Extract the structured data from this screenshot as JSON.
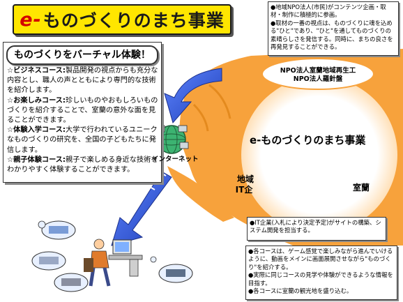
{
  "title": {
    "prefix": "e-",
    "main": "ものづくりのまち事業"
  },
  "left_panel": {
    "heading": "ものづくりをバーチャル体験！",
    "courses": [
      {
        "label": "☆ビジネスコース:",
        "text": "製品開発の視点からも充分な内容とし、職人の声とともにより専門的な技術を紹介します。"
      },
      {
        "label": "☆お楽しみコース:",
        "text": "珍しいものやおもしろいものづくりを紹介することで、室蘭の意外な面を見ることができます。"
      },
      {
        "label": "☆体験入学コース:",
        "text": "大学で行われているユニークなものづくりの研究を、全国の子どもたちに発信します。"
      },
      {
        "label": "☆親子体験コース:",
        "text": "親子で楽しめる身近な技術をわかりやすく体験することができます。"
      }
    ]
  },
  "notes_top": [
    "●地域NPO法人(市民)がコンテンツ企画・取材・制作に積極的に参画。",
    "●取材の一番の視点は、ものづくりに魂を込める\"ひと\"であり、\"ひと\"を通してものづくりの素晴らしさを発信する。同時に、まちの良さを再発見することができる。"
  ],
  "npo_labels": [
    "NPO法人室蘭地域再生工",
    "NPO法人羅針盤"
  ],
  "center_title": "e-ものづくりのまち事業",
  "region_labels": {
    "chiiki": "地域",
    "it": "IT企",
    "muroran": "室蘭"
  },
  "internet_label": "インターネット",
  "note_it": "●IT企業(入札により決定予定)がサイトの構築、システム開発を担当する。",
  "notes_bottom": [
    "●各コースは、ゲーム感覚で楽しみながら進んでいけるように、動画をメインに画面展開させながら\"ものづくり\"を紹介する。",
    "●実際に同じコースの見学や体験ができるような情報を目指す。",
    "●各コースに室蘭の観光地を盛り込む。"
  ],
  "colors": {
    "title_bg": "#ffe600",
    "title_accent": "#d40000",
    "land": "#f7a23c",
    "arrow": "#3a63e0",
    "globe": "#2e8b57",
    "frame": "#333333"
  },
  "icons": [
    "globe-icon",
    "computer-user-icon",
    "factory-thumbnail-icon"
  ]
}
